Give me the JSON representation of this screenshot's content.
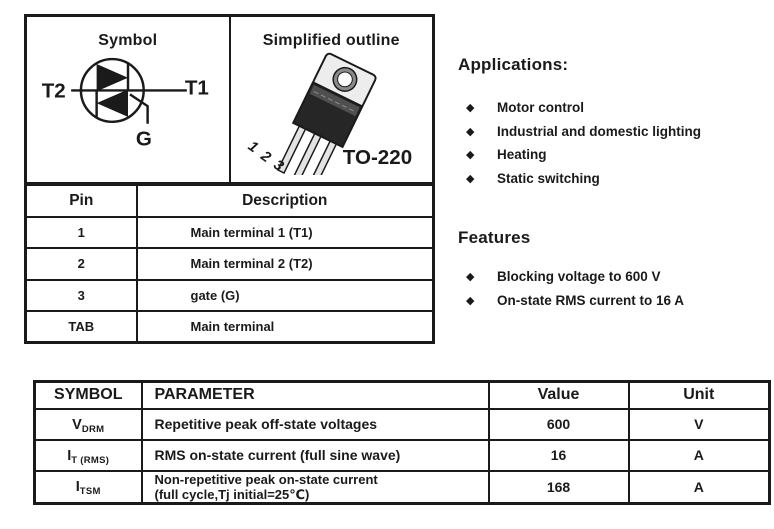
{
  "outline_table": {
    "symbol_title": "Symbol",
    "outline_title": "Simplified outline",
    "symbol_labels": {
      "t2": "T2",
      "t1": "T1",
      "g": "G"
    },
    "package_pins": [
      "1",
      "2",
      "3"
    ],
    "package_name": "TO-220"
  },
  "pin_table": {
    "headers": [
      "Pin",
      "Description"
    ],
    "rows": [
      [
        "1",
        "Main terminal 1 (T1)"
      ],
      [
        "2",
        "Main terminal 2 (T2)"
      ],
      [
        "3",
        "gate (G)"
      ],
      [
        "TAB",
        "Main terminal"
      ]
    ]
  },
  "applications": {
    "title": "Applications:",
    "bullet": "◆",
    "items": [
      "Motor control",
      "Industrial and domestic lighting",
      "Heating",
      "Static switching"
    ]
  },
  "features": {
    "title": "Features",
    "bullet": "◆",
    "items": [
      "Blocking voltage to 600 V",
      "On-state RMS current to 16 A"
    ]
  },
  "spec_table": {
    "headers": [
      "SYMBOL",
      "PARAMETER",
      "Value",
      "Unit"
    ],
    "rows": [
      {
        "symbol": {
          "base": "V",
          "sub": "DRM"
        },
        "parameter": [
          "Repetitive peak off-state voltages"
        ],
        "value": "600",
        "unit": "V"
      },
      {
        "symbol": {
          "base": "I",
          "sub": "T (RMS)"
        },
        "parameter": [
          "RMS on-state current (full sine wave)"
        ],
        "value": "16",
        "unit": "A"
      },
      {
        "symbol": {
          "base": "I",
          "sub": "TSM"
        },
        "parameter": [
          "Non-repetitive peak on-state current",
          "(full cycle,Tj initial=25℃)"
        ],
        "value": "168",
        "unit": "A"
      }
    ]
  },
  "colors": {
    "text": "#1a1a1a",
    "border": "#1a1a1a",
    "package_body": "#262626",
    "package_metal": "#ededed"
  }
}
